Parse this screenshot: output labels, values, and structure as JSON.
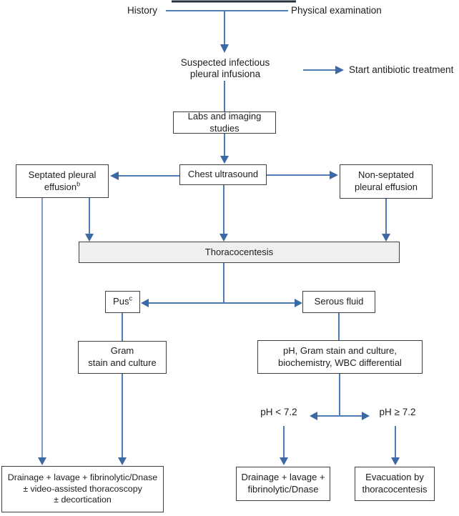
{
  "colors": {
    "arrow_line": "#4d7cb8",
    "arrow_head": "#3c68a6",
    "box_border": "#3f3f3f",
    "box_fill": "#ffffff",
    "shaded_box_fill": "#efefef",
    "text": "#1d1d1f",
    "top_crop_line": "#243240"
  },
  "nodes": {
    "history": {
      "label": "History"
    },
    "physical_examination": {
      "label": "Physical examination"
    },
    "suspected_infusion": {
      "lines": [
        "Suspected infectious",
        "pleural infusiona"
      ]
    },
    "start_antibiotic": {
      "label": "Start antibiotic treatment"
    },
    "labs_imaging": {
      "label": "Labs and imaging studies"
    },
    "chest_ultrasound": {
      "label": "Chest ultrasound"
    },
    "septated_effusion": {
      "lines": [
        "Septated pleural",
        "effusion"
      ],
      "footnote": "b"
    },
    "non_septated_effusion": {
      "lines": [
        "Non-septated",
        "pleural effusion"
      ]
    },
    "thoracocentesis": {
      "label": "Thoracocentesis"
    },
    "pus": {
      "label": "Pus",
      "footnote": "c"
    },
    "serous_fluid": {
      "label": "Serous fluid"
    },
    "gram_stain": {
      "lines": [
        "Gram",
        "stain and culture"
      ]
    },
    "ph_panel": {
      "lines": [
        "pH, Gram stain and culture,",
        "biochemistry, WBC differential"
      ]
    },
    "ph_low": {
      "label": "pH < 7.2"
    },
    "ph_high": {
      "label": "pH ≥ 7.2"
    },
    "drainage_full": {
      "lines": [
        "Drainage + lavage + fibrinolytic/Dnase",
        "± video-assisted thoracoscopy",
        "± decortication"
      ]
    },
    "drainage_simple": {
      "lines": [
        "Drainage + lavage +",
        "fibrinolytic/Dnase"
      ]
    },
    "evacuation": {
      "lines": [
        "Evacuation by",
        "thoracocentesis"
      ]
    }
  }
}
